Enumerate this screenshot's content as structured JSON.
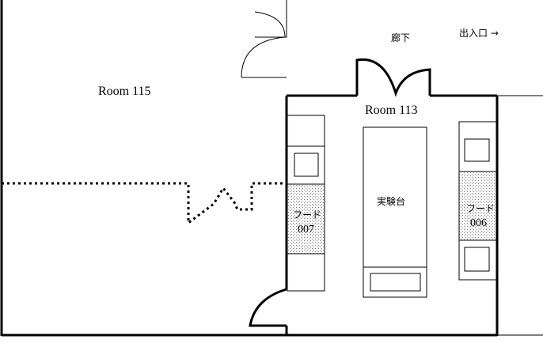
{
  "rooms": {
    "room_115": "Room 115",
    "room_113": "Room 113"
  },
  "labels": {
    "corridor": "廊下",
    "entrance": "出入口 →",
    "lab_bench": "実験台"
  },
  "hoods": [
    {
      "name": "フード",
      "number": "007"
    },
    {
      "name": "フード",
      "number": "006"
    }
  ],
  "colors": {
    "wall": "#000000",
    "background": "#ffffff",
    "hood_fill": "#e4e4e4"
  }
}
